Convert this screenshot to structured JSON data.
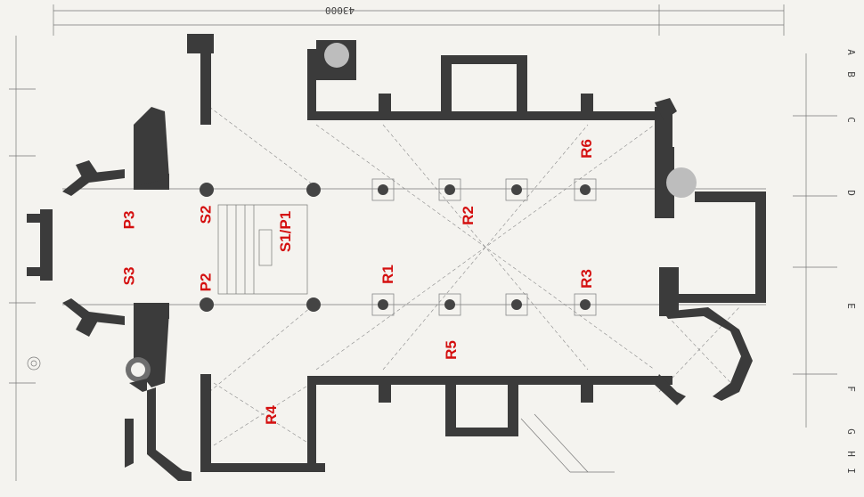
{
  "labels": {
    "R1": "R1",
    "R2": "R2",
    "R3": "R3",
    "R4": "R4",
    "R5": "R5",
    "R6": "R6",
    "P2": "P2",
    "P3": "P3",
    "S2": "S2",
    "S3": "S3",
    "S1P1": "S1/P1"
  },
  "axis_letters": [
    "A",
    "B",
    "C",
    "D",
    "E",
    "F",
    "G",
    "H",
    "I"
  ],
  "top_dimension": "43000",
  "colors": {
    "label_red": "#d40f0f",
    "wall_dark": "#3b3b3b",
    "paper": "#f4f3ef"
  }
}
